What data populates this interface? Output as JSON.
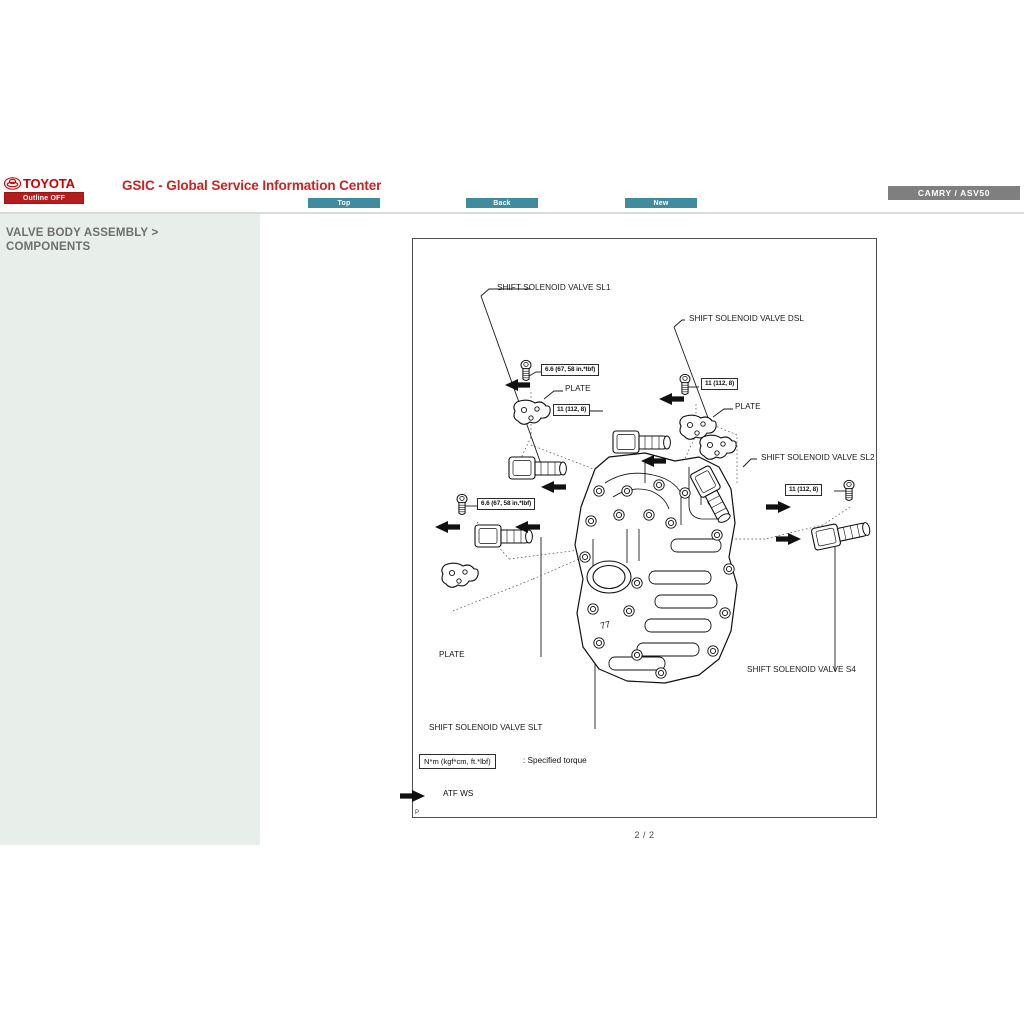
{
  "header": {
    "brand": "TOYOTA",
    "brand_color": "#cc0000",
    "outline_button": "Outline OFF",
    "site_title": "GSIC - Global Service Information Center",
    "nav_buttons": [
      {
        "label": "Top",
        "name": "nav-top"
      },
      {
        "label": "Back",
        "name": "nav-back"
      },
      {
        "label": "New",
        "name": "nav-new"
      }
    ],
    "nav_color": "#3f8ba0",
    "vehicle": "CAMRY / ASV50",
    "vehicle_badge_color": "#7f7f7f"
  },
  "sidebar": {
    "title": "VALVE BODY ASSEMBLY >\nCOMPONENTS",
    "title_line1": "VALVE BODY ASSEMBLY >",
    "title_line2": "COMPONENTS",
    "background": "#e8eeea"
  },
  "document": {
    "page_indicator": "2 / 2",
    "corner_mark": "P",
    "legend": {
      "torque_box": "N*m (kgf*cm, ft.*lbf)",
      "torque_text": ": Specified torque",
      "fluid_text": "ATF WS"
    },
    "labels": [
      {
        "id": "sl1",
        "text": "SHIFT SOLENOID VALVE SL1"
      },
      {
        "id": "dsl",
        "text": "SHIFT SOLENOID VALVE DSL"
      },
      {
        "id": "sl2",
        "text": "SHIFT SOLENOID VALVE SL2"
      },
      {
        "id": "s4",
        "text": "SHIFT SOLENOID VALVE S4"
      },
      {
        "id": "slt",
        "text": "SHIFT SOLENOID VALVE SLT"
      },
      {
        "id": "plate1",
        "text": "PLATE"
      },
      {
        "id": "plate2",
        "text": "PLATE"
      },
      {
        "id": "plate3",
        "text": "PLATE"
      }
    ],
    "torques": [
      {
        "id": "t1",
        "text": "6.6 (67, 58 in.*lbf)"
      },
      {
        "id": "t2",
        "text": "11 (112, 8)"
      },
      {
        "id": "t3",
        "text": "11 (112, 8)"
      },
      {
        "id": "t4",
        "text": "6.6 (67, 58 in.*lbf)"
      },
      {
        "id": "t5",
        "text": "11 (112, 8)"
      }
    ]
  }
}
